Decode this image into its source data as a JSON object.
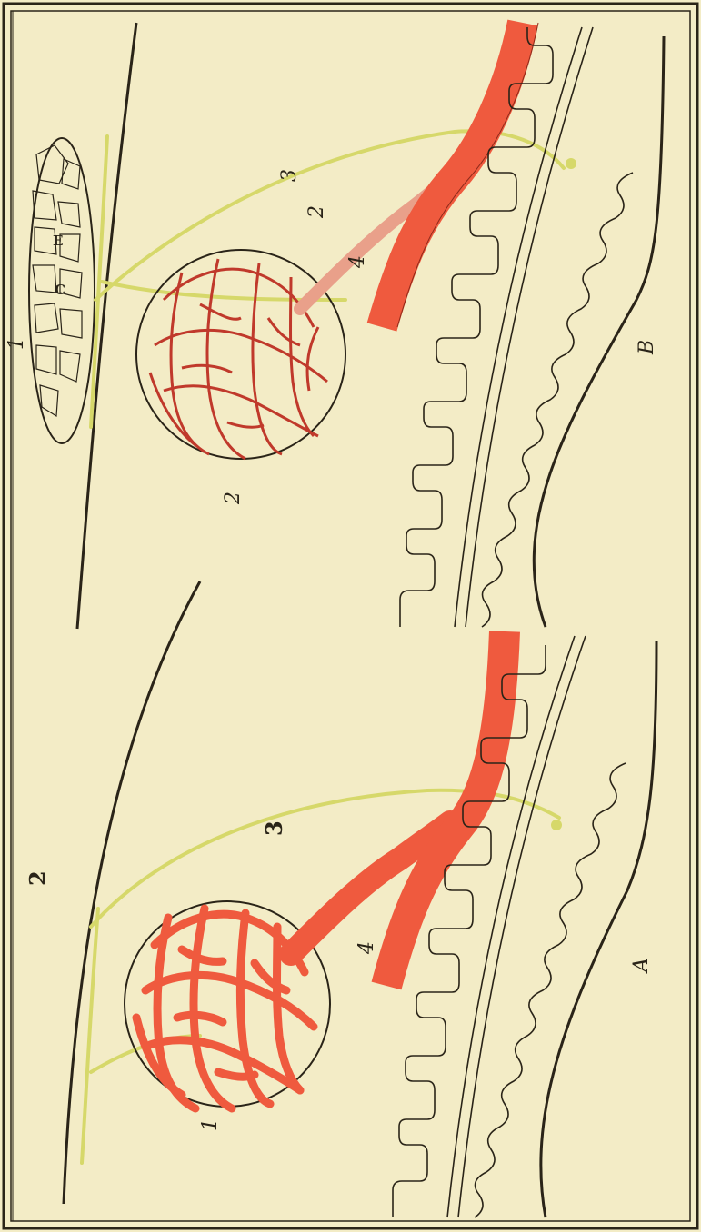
{
  "colors": {
    "paper": "#f3ecc6",
    "ink": "#2a2418",
    "artery": "#ef5a3e",
    "artery_pale": "#e9a08a",
    "nerve": "#d6d86a"
  },
  "panel_b": {
    "figure_label": "B",
    "top_label": "1",
    "cells_letters": [
      "C",
      "E"
    ],
    "labels": [
      "2",
      "3",
      "2",
      "4"
    ]
  },
  "panel_a": {
    "figure_label": "A",
    "top_label": "2",
    "labels": [
      "3",
      "4",
      "1"
    ]
  }
}
